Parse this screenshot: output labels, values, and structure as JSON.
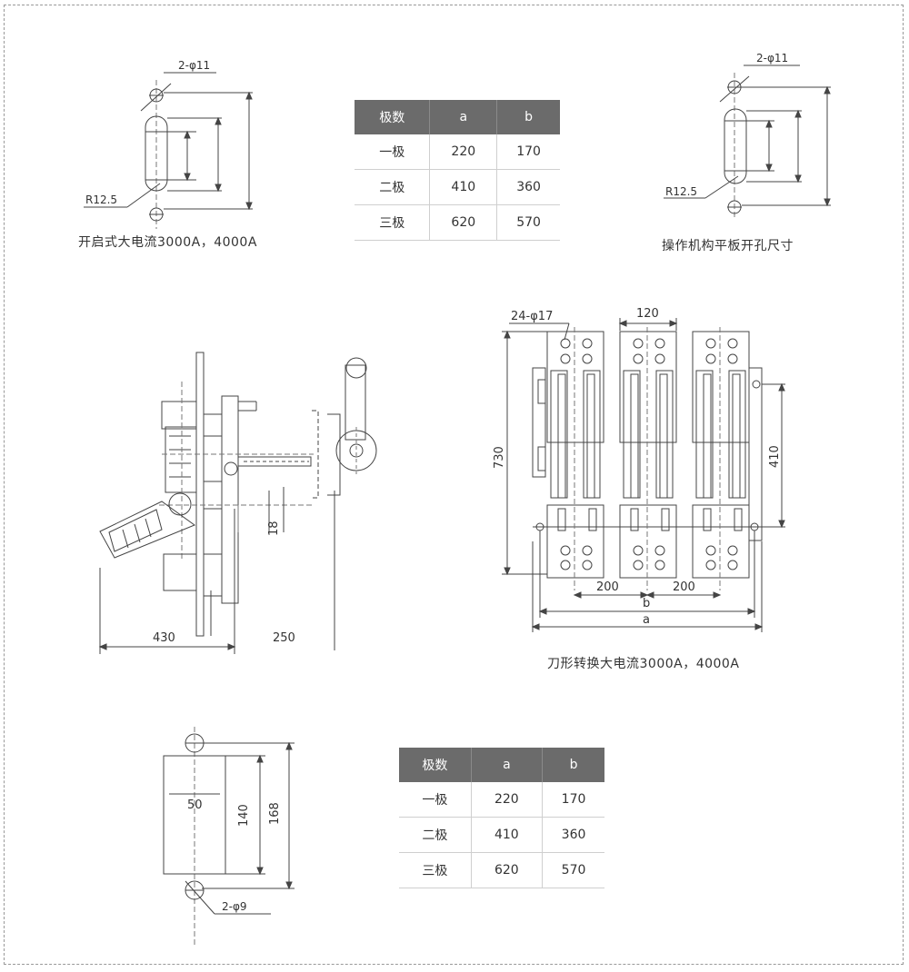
{
  "captions": {
    "open_type": "开启式大电流3000A，4000A",
    "panel_cutout": "操作机构平板开孔尺寸",
    "knife_switch": "刀形转换大电流3000A，4000A"
  },
  "table_top": {
    "headers": [
      "极数",
      "a",
      "b"
    ],
    "rows": [
      {
        "poles": "一极",
        "a": "220",
        "b": "170"
      },
      {
        "poles": "二极",
        "a": "410",
        "b": "360"
      },
      {
        "poles": "三极",
        "a": "620",
        "b": "570"
      }
    ]
  },
  "table_bottom": {
    "headers": [
      "极数",
      "a",
      "b"
    ],
    "rows": [
      {
        "poles": "一极",
        "a": "220",
        "b": "170"
      },
      {
        "poles": "二极",
        "a": "410",
        "b": "360"
      },
      {
        "poles": "三极",
        "a": "620",
        "b": "570"
      }
    ]
  },
  "dims": {
    "tl_holes": "2-φ11",
    "tl_radius": "R12.5",
    "tr_holes": "2-φ11",
    "tr_radius": "R12.5",
    "side_430": "430",
    "side_250": "250",
    "side_18": "18",
    "front_holes": "24-φ17",
    "front_120": "120",
    "front_730": "730",
    "front_410": "410",
    "front_200_left": "200",
    "front_200_right": "200",
    "front_b": "b",
    "front_a": "a",
    "bot_50": "50",
    "bot_140": "140",
    "bot_168": "168",
    "bot_holes": "2-φ9"
  }
}
